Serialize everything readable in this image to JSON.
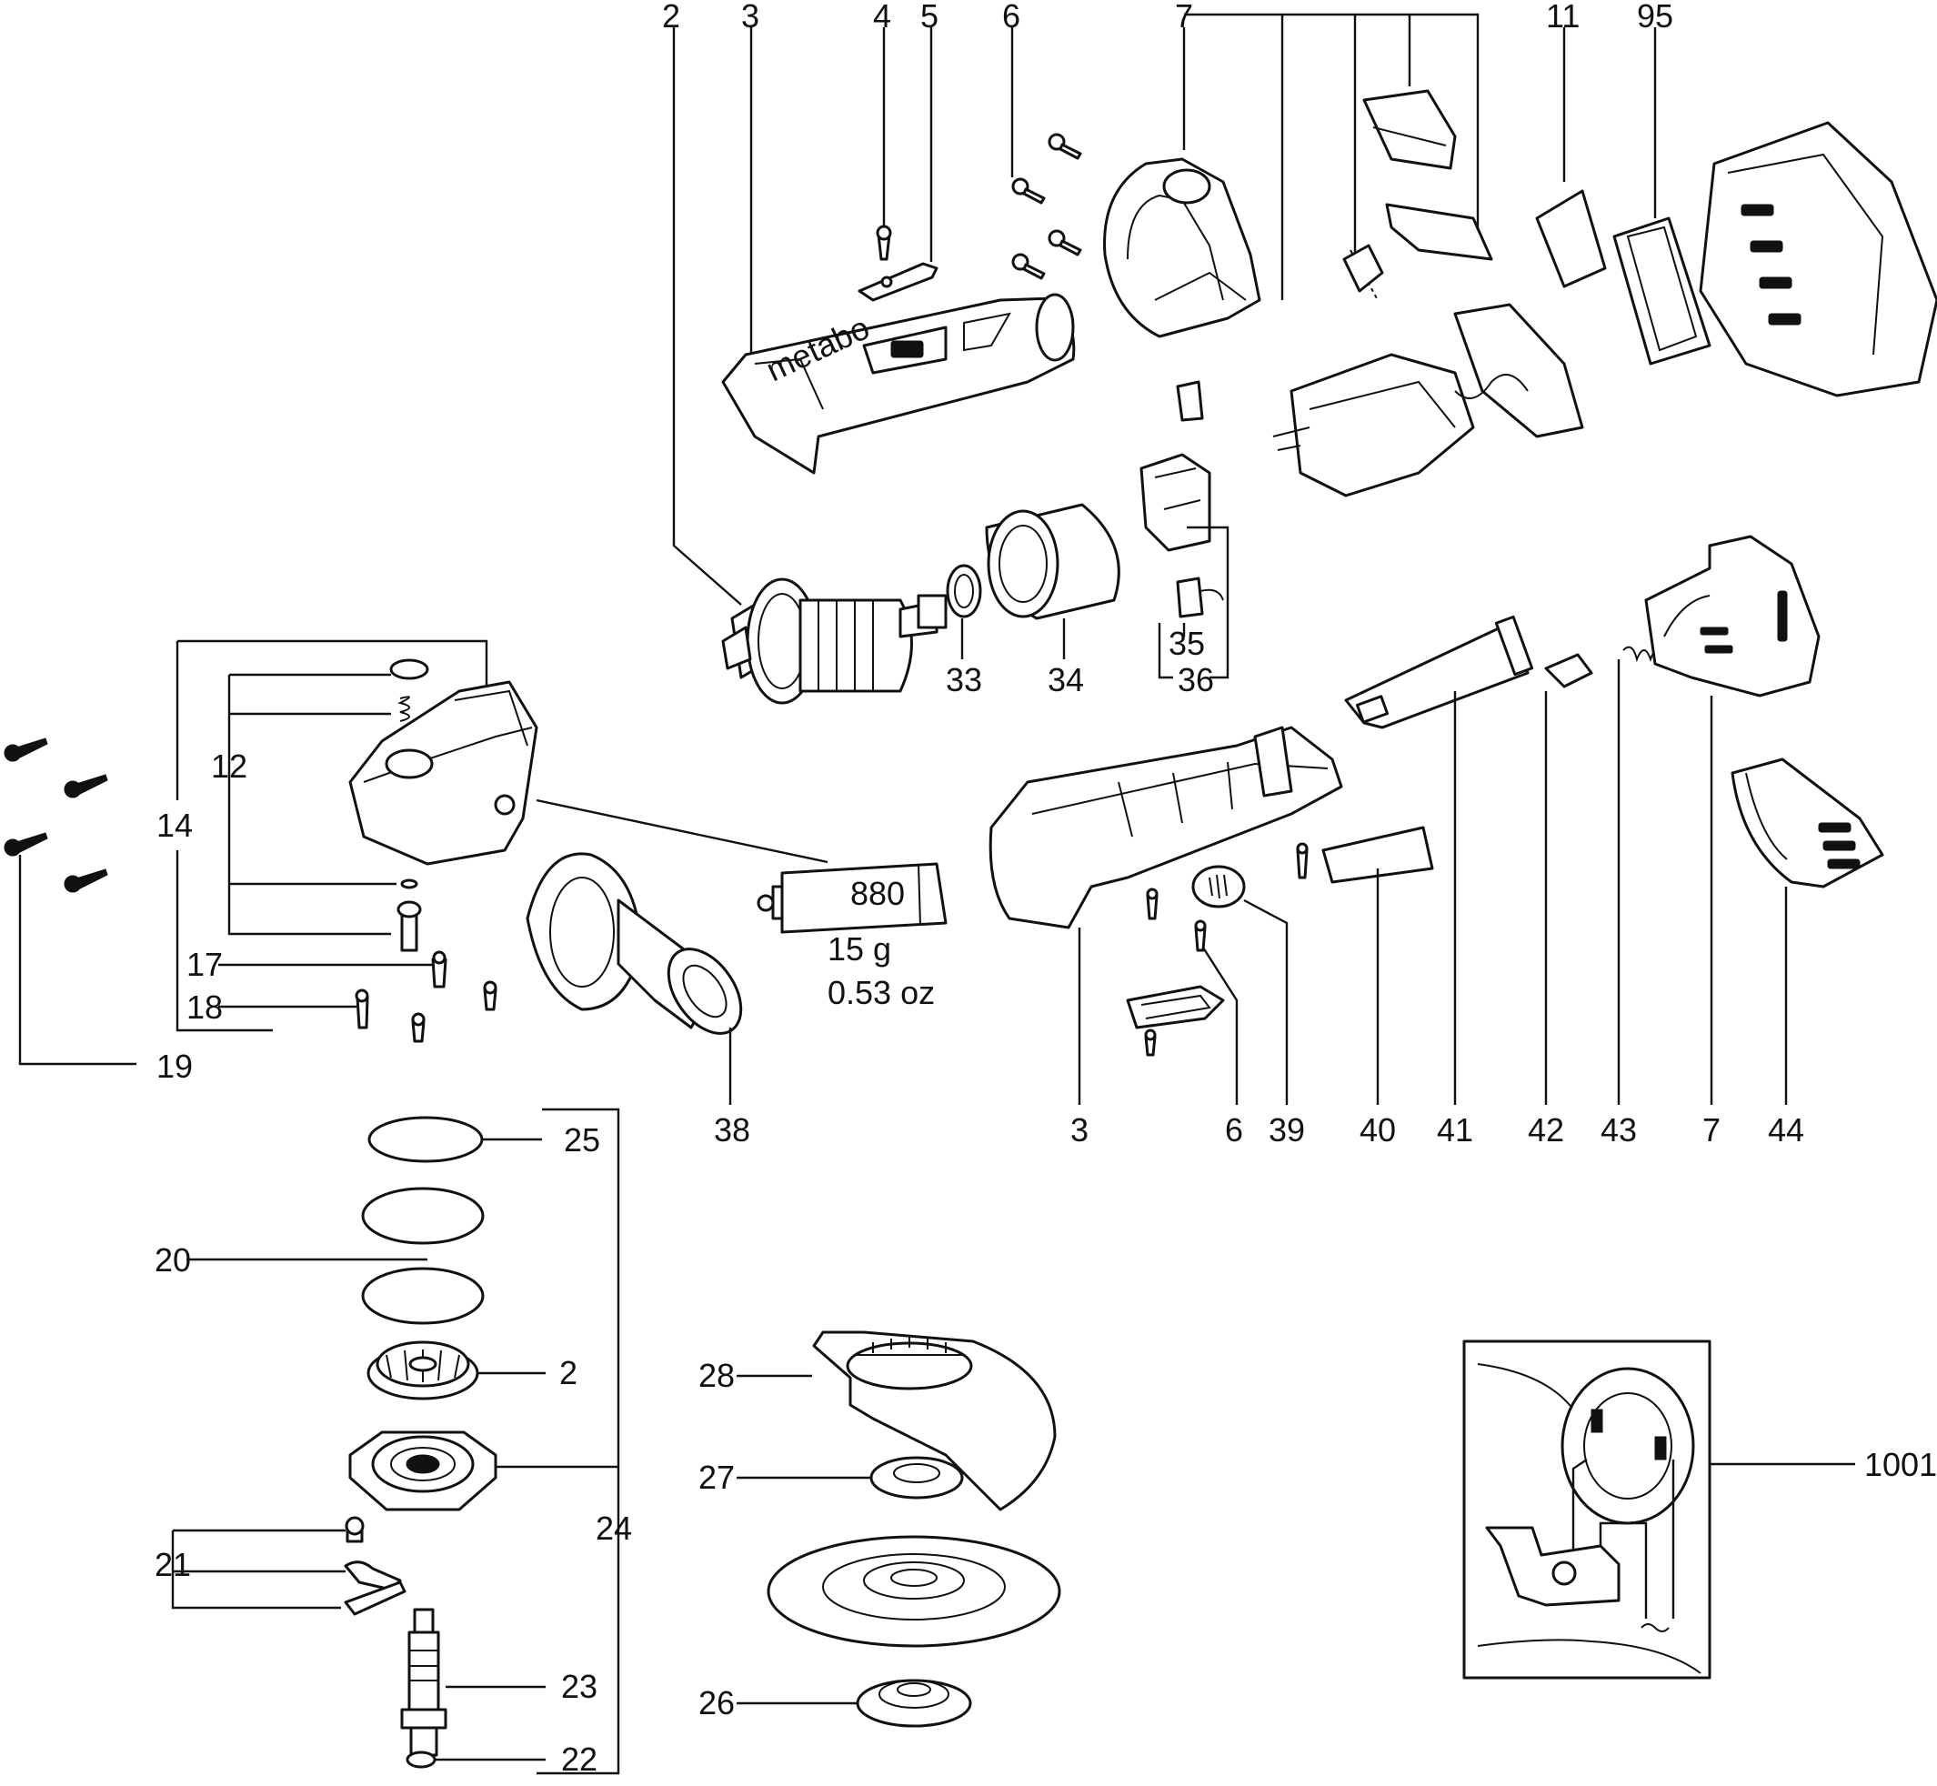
{
  "labels": {
    "p2": "2",
    "p3": "3",
    "p4": "4",
    "p5": "5",
    "p6": "6",
    "p7": "7",
    "p11": "11",
    "p95": "95",
    "p33": "33",
    "p34": "34",
    "p35": "35",
    "p36": "36",
    "p12": "12",
    "p14": "14",
    "p17": "17",
    "p18": "18",
    "p19": "19",
    "p38": "38",
    "p3b": "3",
    "p6b": "6",
    "p39": "39",
    "p40": "40",
    "p41": "41",
    "p42": "42",
    "p43": "43",
    "p7b": "7",
    "p44": "44",
    "p25": "25",
    "p20": "20",
    "p2b": "2",
    "p24": "24",
    "p21": "21",
    "p23": "23",
    "p22": "22",
    "p28": "28",
    "p27": "27",
    "p26": "26",
    "p1001": "1001"
  },
  "grease_tube": {
    "code": "880",
    "weight_g": "15 g",
    "weight_oz": "0.53  oz"
  },
  "brand_mark": "metabo"
}
